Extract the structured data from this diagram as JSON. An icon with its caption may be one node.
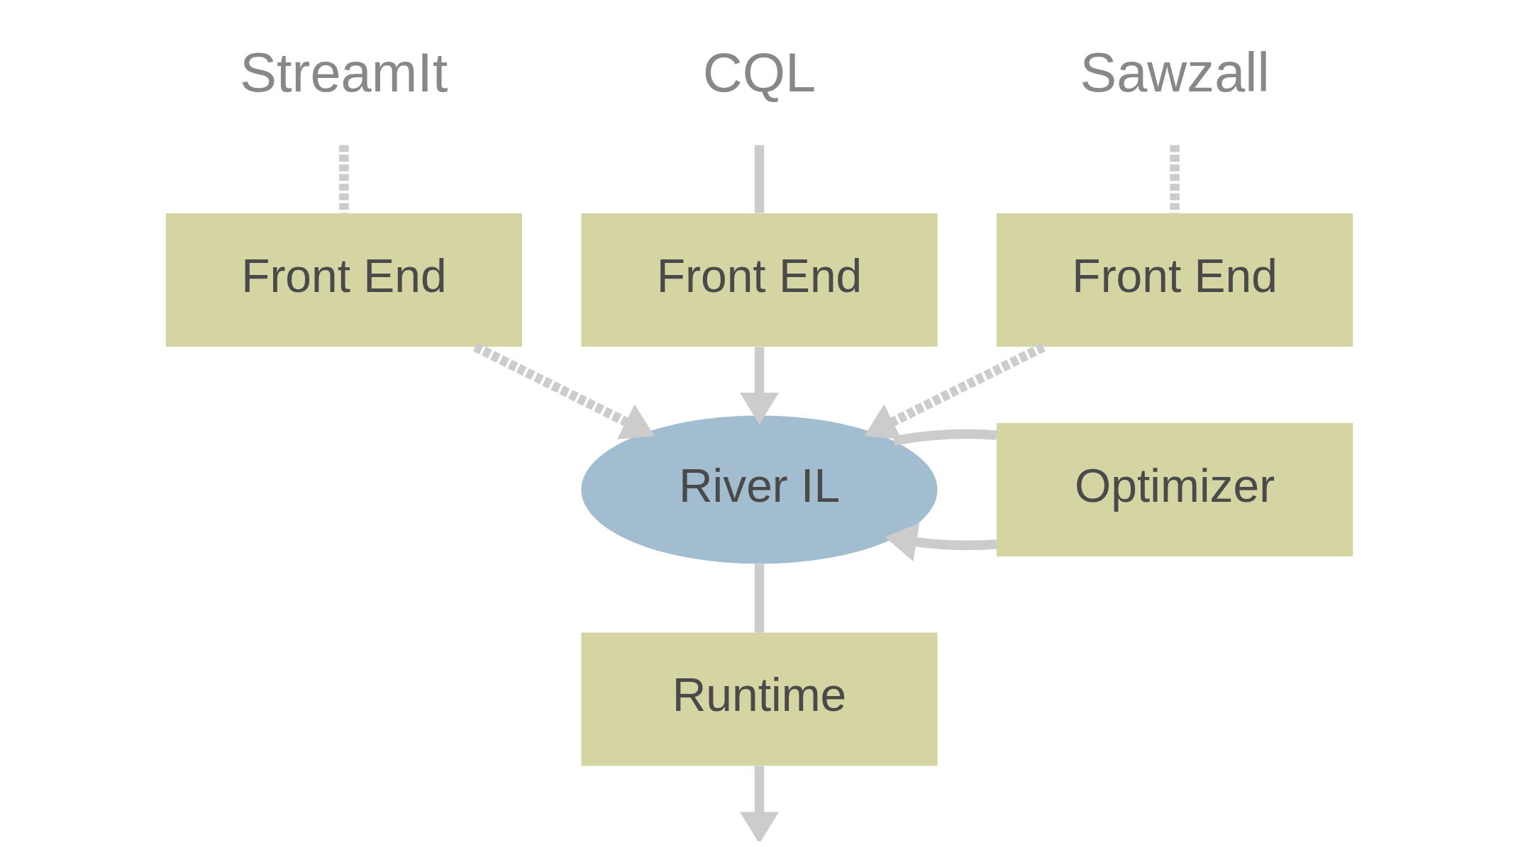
{
  "diagram": {
    "nodes": [
      {
        "text": [
          "StreamIt"
        ]
      },
      {
        "text": [
          "CQL"
        ]
      },
      {
        "text": [
          "Sawzall"
        ]
      },
      {
        "text": [
          "Front End"
        ]
      },
      {
        "text": [
          "Front End"
        ]
      },
      {
        "text": [
          "Front End"
        ]
      },
      {
        "text": [
          "River IL"
        ]
      },
      {
        "text": [
          "Optimizer"
        ]
      },
      {
        "text": [
          "Runtime"
        ]
      }
    ],
    "edges": [
      {
        "from": 0,
        "to": 3,
        "arrow": "none",
        "style": "dashed"
      },
      {
        "from": 1,
        "to": 4,
        "arrow": "none"
      },
      {
        "from": 2,
        "to": 5,
        "arrow": "none",
        "style": "dashed"
      },
      {
        "from": 3,
        "to": 6,
        "arrow": "to",
        "style": "dashed"
      },
      {
        "from": 4,
        "to": 6,
        "arrow": "to"
      },
      {
        "from": 5,
        "to": 6,
        "arrow": "to",
        "style": "dashed"
      },
      {
        "from": 7,
        "to": 6,
        "arrow": "to"
      },
      {
        "from": 6,
        "to": 7,
        "arrow": "none"
      },
      {
        "from": 6,
        "to": 8,
        "arrow": "none"
      },
      {
        "from": 8,
        "to": null,
        "arrow": "to"
      }
    ]
  }
}
